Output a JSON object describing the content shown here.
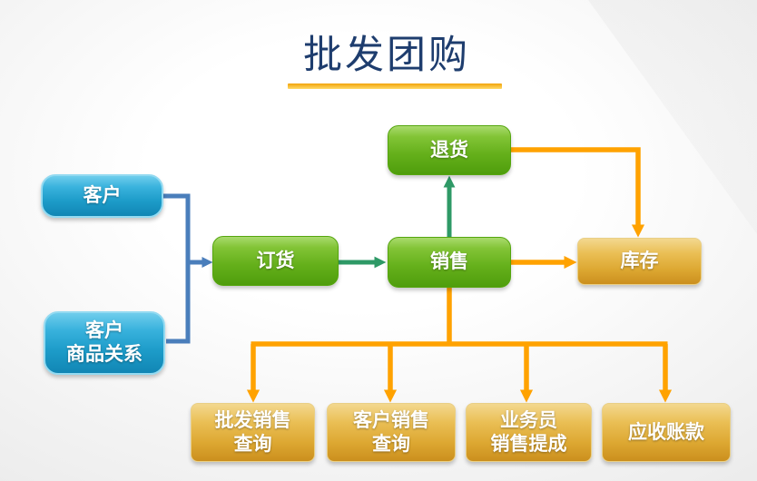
{
  "title": {
    "text": "批发团购"
  },
  "palette": {
    "title_color": "#1e3d6e",
    "underline_gold": "#f2a30b",
    "edge_blue": "#4a7ebb",
    "edge_green": "#2e9966",
    "edge_orange": "#ffa200",
    "node_blue": "#1d9cc9",
    "node_green": "#65b01b",
    "node_gold": "#dda832"
  },
  "nodes": [
    {
      "id": "customer",
      "label": "客户",
      "type": "blue"
    },
    {
      "id": "customer-product-relation",
      "label": "客户\n商品关系",
      "type": "blue"
    },
    {
      "id": "ordering",
      "label": "订货",
      "type": "green"
    },
    {
      "id": "sales",
      "label": "销售",
      "type": "green"
    },
    {
      "id": "returns",
      "label": "退货",
      "type": "green"
    },
    {
      "id": "inventory",
      "label": "库存",
      "type": "gold"
    },
    {
      "id": "wholesale-sales-query",
      "label": "批发销售\n查询",
      "type": "gold"
    },
    {
      "id": "customer-sales-query",
      "label": "客户销售\n查询",
      "type": "gold"
    },
    {
      "id": "salesman-sales-commission",
      "label": "业务员\n销售提成",
      "type": "gold"
    },
    {
      "id": "accounts-receivable",
      "label": "应收账款",
      "type": "gold"
    }
  ],
  "edges": [
    {
      "from": "customer",
      "to": "ordering",
      "color": "blue"
    },
    {
      "from": "customer-product-relation",
      "to": "ordering",
      "color": "blue"
    },
    {
      "from": "ordering",
      "to": "sales",
      "color": "green"
    },
    {
      "from": "sales",
      "to": "returns",
      "color": "green"
    },
    {
      "from": "sales",
      "to": "inventory",
      "color": "orange"
    },
    {
      "from": "returns",
      "to": "inventory",
      "color": "orange"
    },
    {
      "from": "sales",
      "to": "wholesale-sales-query",
      "color": "orange"
    },
    {
      "from": "sales",
      "to": "customer-sales-query",
      "color": "orange"
    },
    {
      "from": "sales",
      "to": "salesman-sales-commission",
      "color": "orange"
    },
    {
      "from": "sales",
      "to": "accounts-receivable",
      "color": "orange"
    }
  ]
}
